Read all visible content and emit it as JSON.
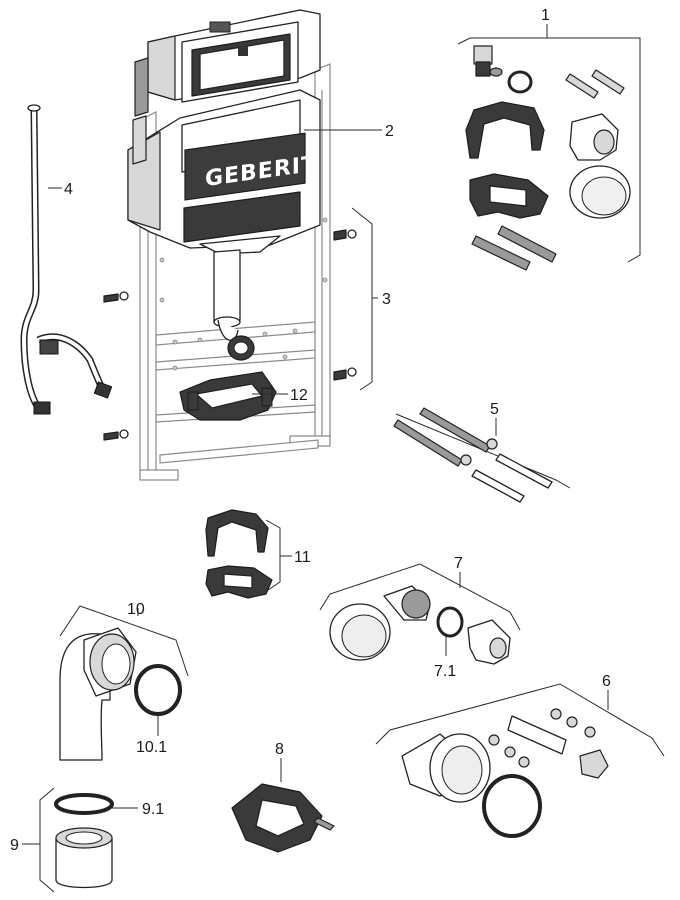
{
  "brand": "GEBERIT",
  "callouts": [
    {
      "id": "1",
      "text": "1"
    },
    {
      "id": "2",
      "text": "2"
    },
    {
      "id": "3",
      "text": "3"
    },
    {
      "id": "4",
      "text": "4"
    },
    {
      "id": "5",
      "text": "5"
    },
    {
      "id": "6",
      "text": "6"
    },
    {
      "id": "7",
      "text": "7"
    },
    {
      "id": "7.1",
      "text": "7.1"
    },
    {
      "id": "8",
      "text": "8"
    },
    {
      "id": "9",
      "text": "9"
    },
    {
      "id": "9.1",
      "text": "9.1"
    },
    {
      "id": "10",
      "text": "10"
    },
    {
      "id": "10.1",
      "text": "10.1"
    },
    {
      "id": "11",
      "text": "11"
    },
    {
      "id": "12",
      "text": "12"
    }
  ]
}
